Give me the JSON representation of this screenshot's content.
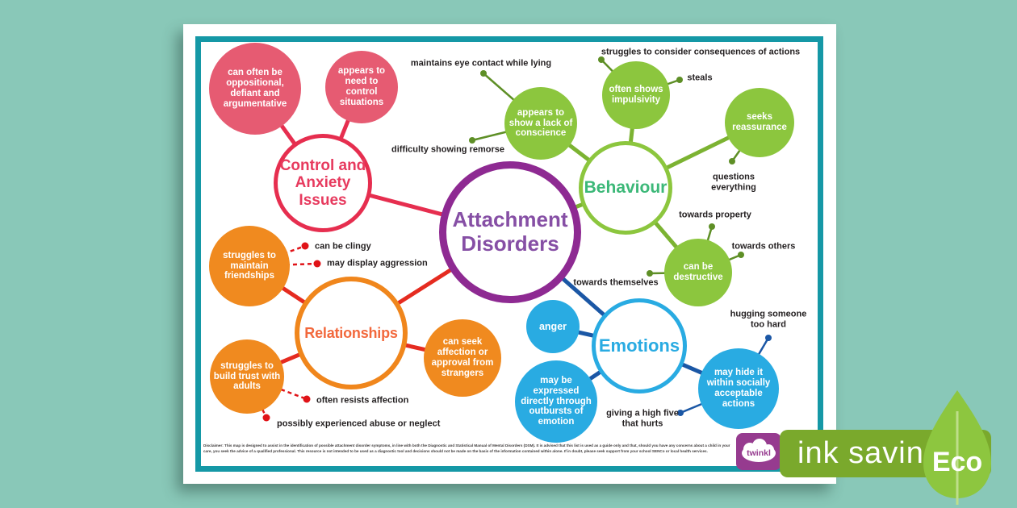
{
  "colors": {
    "page_bg": "#89c8b8",
    "frame_teal": "#1598a6",
    "center_purple": "#8e2a92",
    "control_pink": "#e62e4f",
    "behaviour_green": "#8cc63e",
    "relationships_orange": "#f0861c",
    "emotions_blue": "#29abe2",
    "leaf_line_olive": "#5e8f26",
    "leaf_line_red": "#e01318",
    "leaf_line_navy": "#1b57a5",
    "eco_badge_green": "#7aa92c",
    "eco_leaf_green": "#8dc63f",
    "twinkl_purple": "#963b8f"
  },
  "map": {
    "center": {
      "label": "Attachment Disorders"
    },
    "branches": {
      "control": {
        "label": "Control and Anxiety Issues",
        "satellites": {
          "oppositional": "can often be oppositional, defiant and argumentative",
          "control_situations": "appears to need to control situations"
        }
      },
      "behaviour": {
        "label": "Behaviour",
        "satellites": {
          "conscience": "appears to show a lack of conscience",
          "impulsivity": "often shows impulsivity",
          "reassurance": "seeks reassurance",
          "destructive": "can be destructive"
        },
        "leaves": {
          "eye_contact": "maintains eye contact while lying",
          "remorse": "difficulty showing remorse",
          "consequences": "struggles to consider consequences of actions",
          "steals": "steals",
          "questions": "questions everything",
          "property": "towards property",
          "others": "towards others",
          "themselves": "towards themselves"
        }
      },
      "relationships": {
        "label": "Relationships",
        "satellites": {
          "friendships": "struggles to maintain friendships",
          "trust": "struggles to build trust with adults",
          "affection": "can seek affection or approval from strangers"
        },
        "leaves": {
          "clingy": "can be clingy",
          "aggression": "may display aggression",
          "resists": "often resists affection",
          "abuse": "possibly experienced abuse or neglect"
        }
      },
      "emotions": {
        "label": "Emotions",
        "satellites": {
          "anger": "anger",
          "outbursts": "may be expressed directly through outbursts of emotion",
          "hide": "may hide it within socially acceptable actions"
        },
        "leaves": {
          "hugging": "hugging someone too hard",
          "high_five": "giving a high five that hurts"
        }
      }
    }
  },
  "footer": {
    "disclaimer": "Disclaimer: This map is designed to assist in the identification of possible attachment disorder symptoms, in line with both the Diagnostic and Statistical Manual of Mental Disorders (DSM). It is advised that this list is used as a guide only and that, should you have any concerns about a child in your care, you seek the advice of a qualified professional. This resource is not intended to be used as a diagnostic tool and decisions should not be made on the basis of the information contained within alone. If in doubt, please seek support from your school SENCo or local health services."
  },
  "badges": {
    "twinkl_label": "twinkl",
    "ink_saving_label": "ink saving",
    "eco_label": "Eco"
  }
}
